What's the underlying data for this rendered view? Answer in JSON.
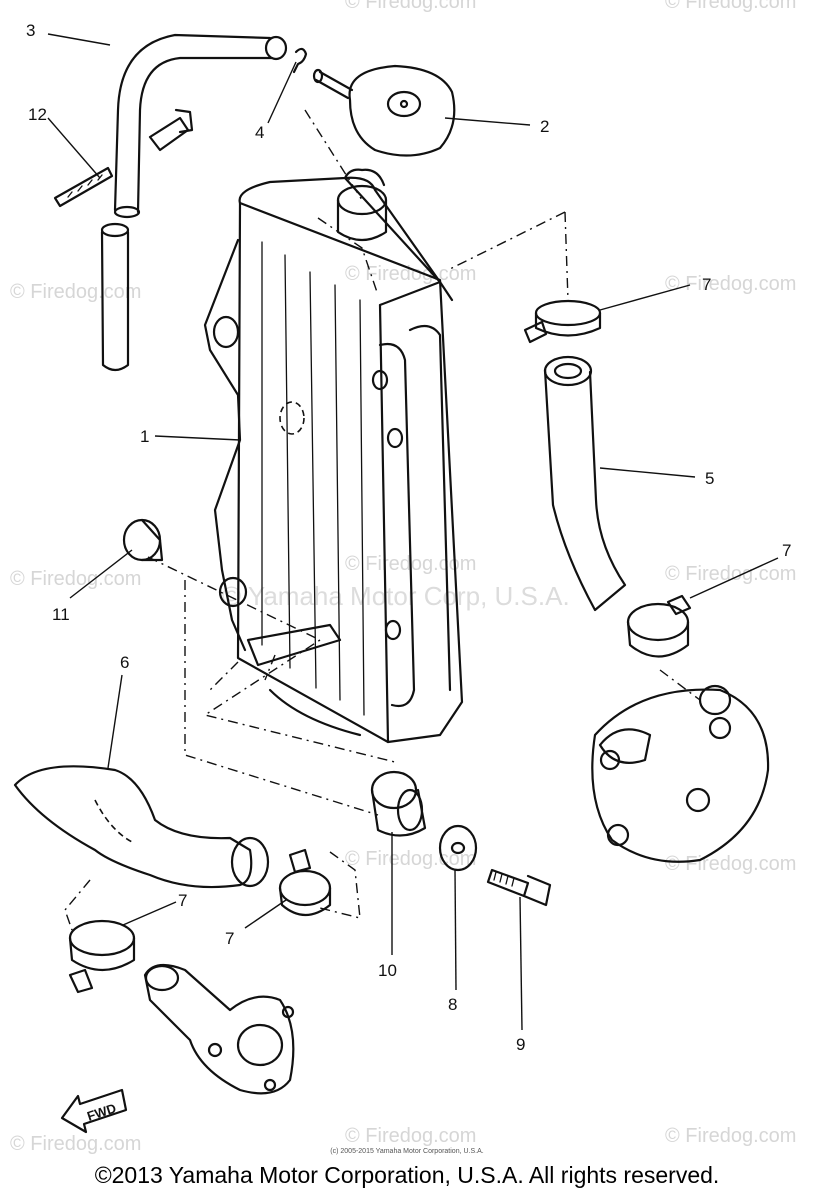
{
  "watermarks": {
    "firedog": "© Firedog.com",
    "center_overlay": "© Yamaha Motor Corp, U.S.A."
  },
  "callouts": [
    "1",
    "2",
    "3",
    "4",
    "5",
    "6",
    "7",
    "8",
    "9",
    "10",
    "11",
    "12"
  ],
  "fwd_label": "FWD",
  "footer": {
    "credit": "(c) 2005-2015 Yamaha Motor Corporation, U.S.A.",
    "copyright": "©2013 Yamaha Motor Corporation, U.S.A. All rights reserved."
  }
}
